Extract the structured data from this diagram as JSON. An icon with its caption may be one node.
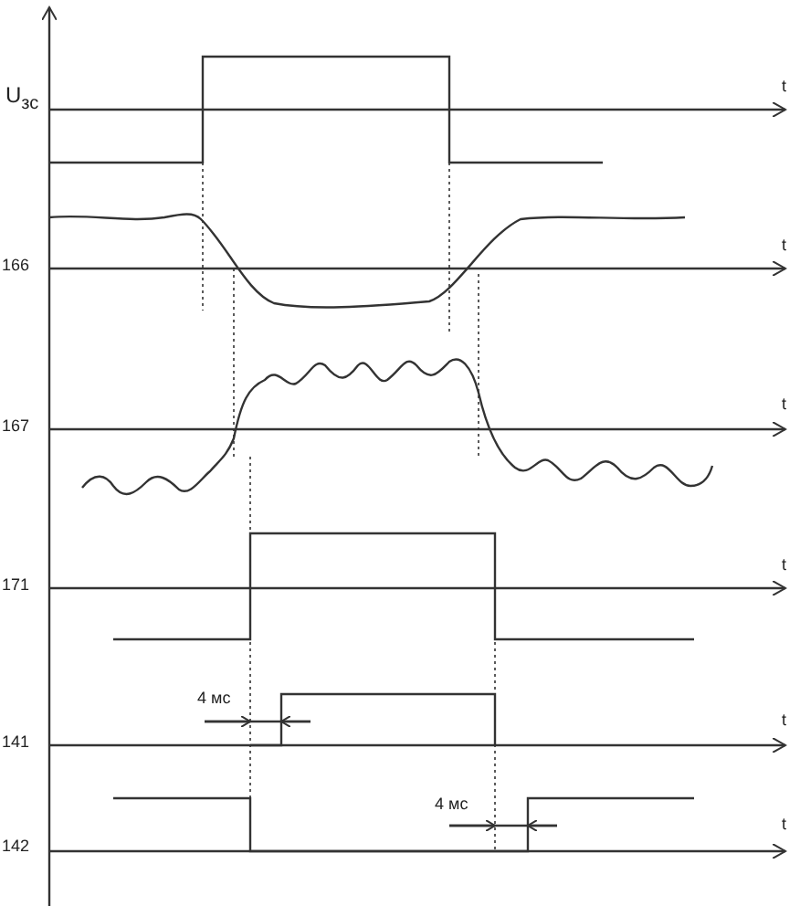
{
  "diagram": {
    "labels": [
      "U$_{зс}$",
      "t",
      "166",
      "t",
      "167",
      "t",
      "171",
      "t",
      "4 мс",
      "t",
      "141",
      "4 мс",
      "t",
      "142"
    ]
  }
}
